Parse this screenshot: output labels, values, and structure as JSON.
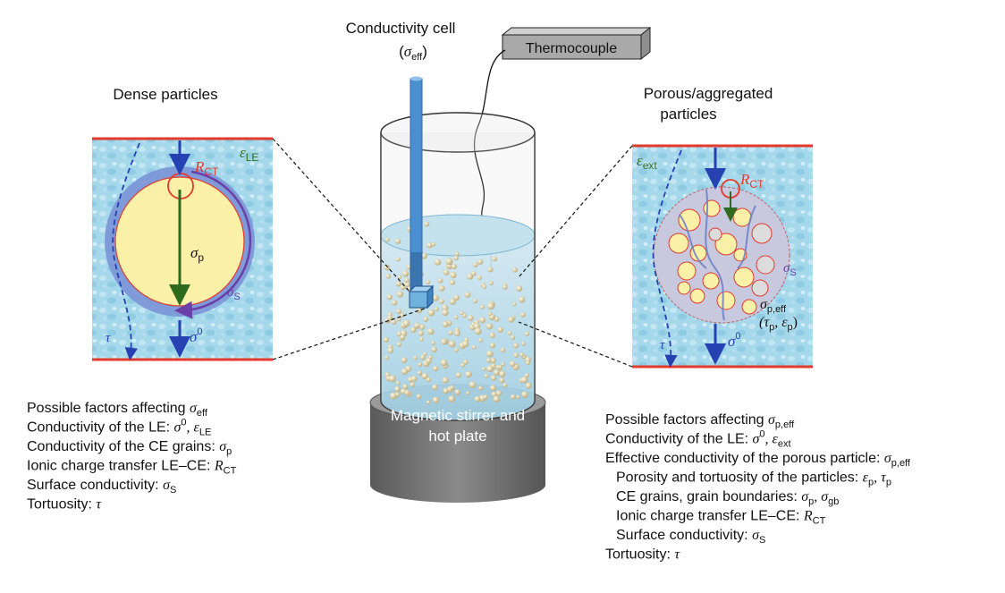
{
  "labels": {
    "conductivity_cell": "Conductivity cell",
    "cell_symbol": "σ",
    "cell_symbol_sub": "eff",
    "thermocouple": "Thermocouple",
    "dense_particles": "Dense particles",
    "porous_line1": "Porous/aggregated",
    "porous_line2": "particles",
    "stirrer_line1": "Magnetic stirrer and",
    "stirrer_line2": "hot plate"
  },
  "left_panel": {
    "eps_le": "ε",
    "eps_le_sub": "LE",
    "r_ct": "R",
    "r_ct_sub": "CT",
    "sigma_p": "σ",
    "sigma_p_sub": "p",
    "sigma_s": "σ",
    "sigma_s_sub": "S",
    "sigma_0": "σ",
    "sigma_0_sup": "0",
    "tau": "τ"
  },
  "right_panel": {
    "eps_ext": "ε",
    "eps_ext_sub": "ext",
    "r_ct": "R",
    "r_ct_sub": "CT",
    "sigma_s": "σ",
    "sigma_s_sub": "S",
    "sigma_peff": "σ",
    "sigma_peff_sub": "p,eff",
    "tau_eps": "(τ",
    "tau_eps_sub1": "p",
    "tau_eps_mid": ", ε",
    "tau_eps_sub2": "p",
    "tau_eps_end": ")",
    "sigma_0": "σ",
    "sigma_0_sup": "0",
    "tau": "τ"
  },
  "left_factors": [
    {
      "text": "Possible factors affecting ",
      "sym": "σ",
      "sub": "eff"
    },
    {
      "text": "Conductivity of the LE: ",
      "sym": "σ",
      "sup": "0",
      "sym2": ", ε",
      "sub2": "LE"
    },
    {
      "text": "Conductivity of the CE grains: ",
      "sym": "σ",
      "sub": "p"
    },
    {
      "text": "Ionic charge transfer LE–CE: ",
      "sym": "R",
      "sub": "CT"
    },
    {
      "text": "Surface conductivity: ",
      "sym": "σ",
      "sub": "S"
    },
    {
      "text": "Tortuosity: ",
      "sym": "τ"
    }
  ],
  "right_factors": [
    {
      "text": "Possible factors affecting ",
      "sym": "σ",
      "sub": "p,eff"
    },
    {
      "text": "Conductivity of the LE: ",
      "sym": "σ",
      "sup": "0",
      "sym2": ", ε",
      "sub2": "ext"
    },
    {
      "text": "Effective conductivity of the porous particle: ",
      "sym": "σ",
      "sub": "p,eff"
    },
    {
      "text": "Porosity and tortuosity of the particles: ",
      "sym": "ε",
      "sub": "p",
      "sym2": ", τ",
      "sub2": "p"
    },
    {
      "text": "CE grains, grain boundaries: ",
      "sym": "σ",
      "sub": "p",
      "sym2": ", σ",
      "sub2": "gb"
    },
    {
      "text": "Ionic charge transfer LE–CE: ",
      "sym": "R",
      "sub": "CT"
    },
    {
      "text": "Surface conductivity: ",
      "sym": "σ",
      "sub": "S"
    },
    {
      "text": "Tortuosity: ",
      "sym": "τ"
    }
  ],
  "colors": {
    "electrolyte": "#9fd4ea",
    "border_red": "#e23a2d",
    "arrow_blue": "#2541b2",
    "particle_yellow": "#fbf0a8",
    "shell_blue": "#7b94d6",
    "green_arrow": "#2f6b1f",
    "purple": "#6a3fa8",
    "cell_blue": "#4a8fd0",
    "hotplate": "#6b6b6b",
    "thermo_gray": "#a9a9a9"
  }
}
